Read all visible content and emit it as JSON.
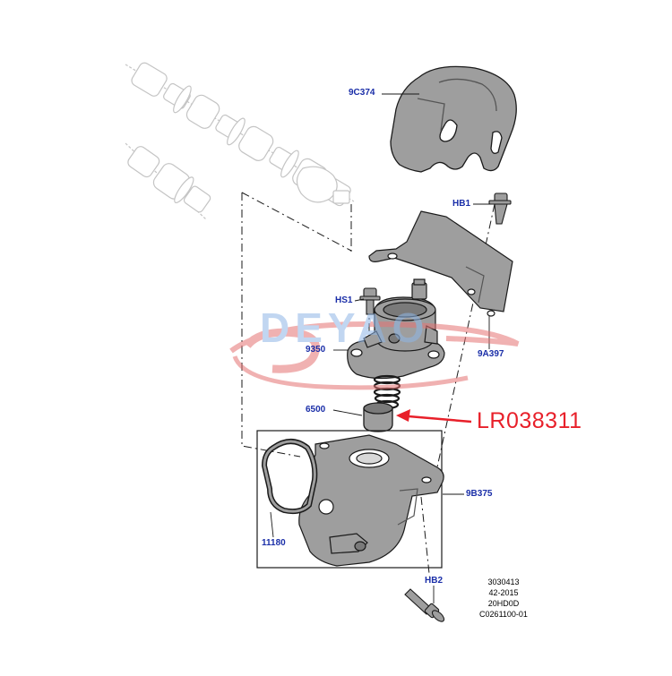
{
  "colors": {
    "label": "#1a2ea8",
    "highlight": "#e8202a",
    "line": "#1a1a1a",
    "ghost": "#bdbdbd",
    "watermark_red": "#e57373",
    "watermark_blue": "#8fb6e6"
  },
  "watermark": {
    "text": "DEYAO",
    "kind": "logo"
  },
  "labels": {
    "cover": "9C374",
    "bolt_top": "HB1",
    "screw": "HS1",
    "pump": "9350",
    "bracket": "9A397",
    "tappet": "6500",
    "housing": "9B375",
    "gasket": "11180",
    "bolt_bottom": "HB2"
  },
  "highlight_part_number": "LR038311",
  "reference_block": {
    "line1": "3030413",
    "line2": "42-2015",
    "line3": "20HD0D",
    "line4": "C0261100-01"
  }
}
